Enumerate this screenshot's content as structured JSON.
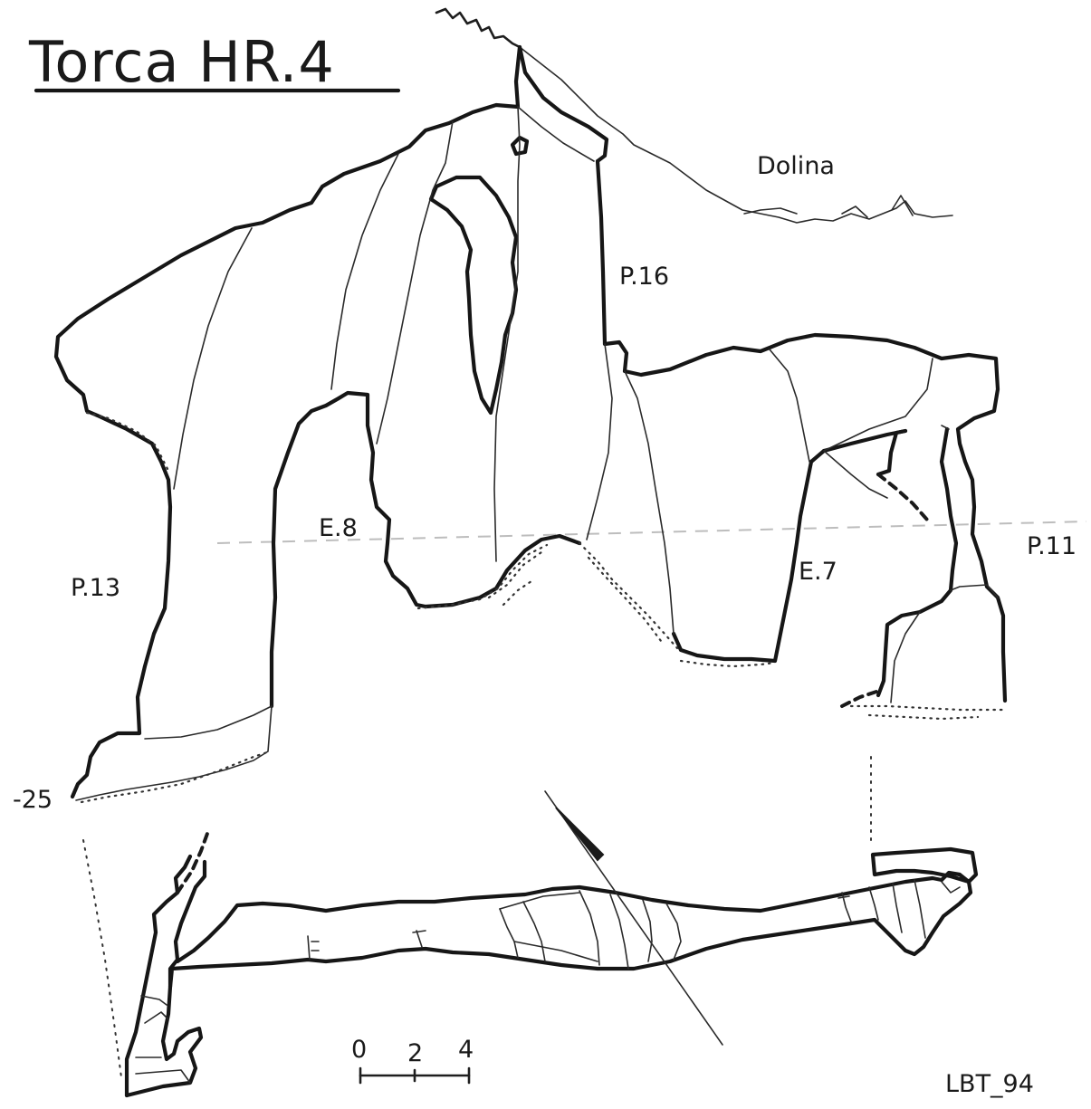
{
  "title": "Torca  HR.4",
  "labels": {
    "dolina": "Dolina",
    "p16": "P.16",
    "p13": "P.13",
    "e8": "E.8",
    "e7": "E.7",
    "p11": "P.11",
    "depth": "-25",
    "author": "LBT_94"
  },
  "scale": {
    "ticks": [
      "0",
      "2",
      "4"
    ]
  }
}
